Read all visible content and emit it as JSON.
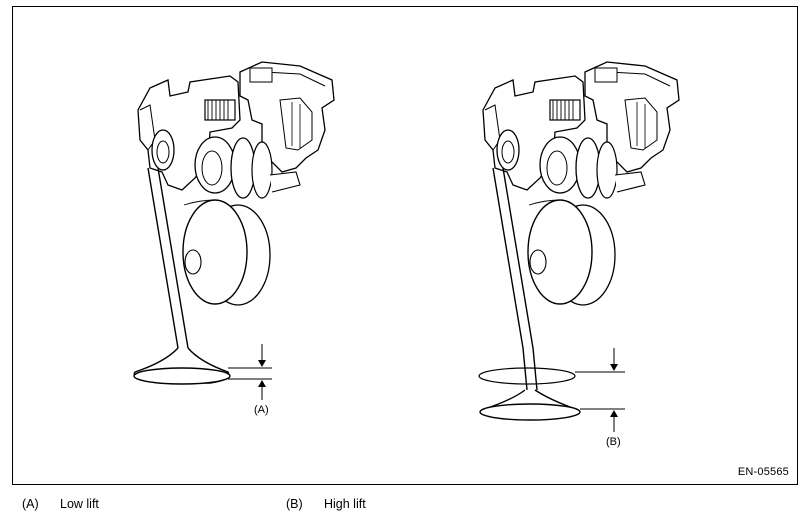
{
  "figure": {
    "code": "EN-05565",
    "callouts": {
      "low": "(A)",
      "high": "(B)"
    }
  },
  "legend": [
    {
      "key": "(A)",
      "text": "Low lift"
    },
    {
      "key": "(B)",
      "text": "High lift"
    }
  ],
  "colors": {
    "line": "#000000",
    "fill": "#ffffff",
    "shade": "#bdbdbd"
  }
}
